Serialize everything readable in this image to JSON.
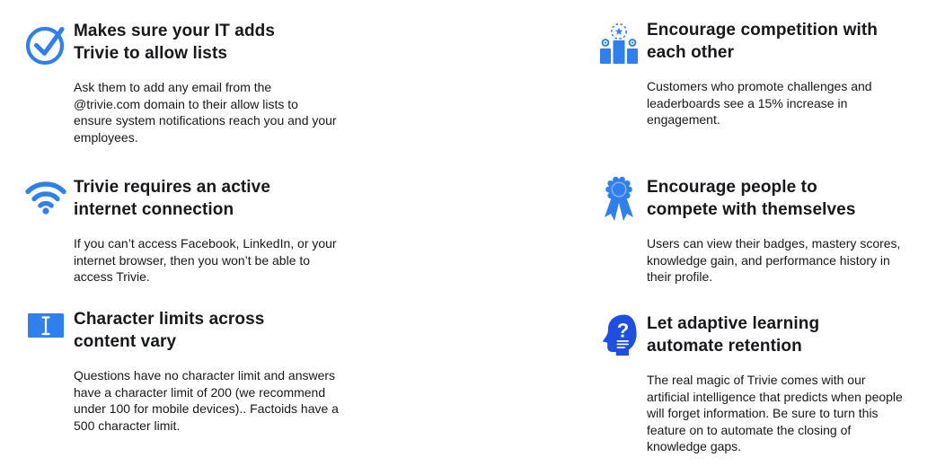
{
  "page": {
    "background": "#ffffff",
    "type": "feature-tips-panel"
  },
  "colors": {
    "accent_blue": "#2F80ED",
    "deep_blue": "#1E4FDE",
    "light_blue_ring": "#7FB0F7",
    "text": "#17181C"
  },
  "columns": [
    {
      "items": [
        {
          "icon": "check-circle-icon",
          "title_lines": [
            "Makes sure your IT adds",
            "Trivie to allow lists"
          ],
          "body": "Ask them to add any email from the @trivie.com domain to their allow lists to ensure system notifications reach you and your employees."
        },
        {
          "icon": "wifi-icon",
          "title_lines": [
            "Trivie requires an active",
            "internet connection"
          ],
          "body": "If you can’t access Facebook, LinkedIn, or your internet browser, then you won’t be able to access Trivie."
        },
        {
          "icon": "text-cursor-icon",
          "title_lines": [
            "Character limits across",
            "content vary"
          ],
          "body": "Questions have no character limit and answers have a character limit of 200 (we recommend under 100 for mobile devices).. Factoids have a 500 character limit."
        }
      ]
    },
    {
      "items": [
        {
          "icon": "podium-leaderboard-icon",
          "title_lines": [
            "Encourage competition with",
            "each other"
          ],
          "body": "Customers who promote challenges and leaderboards see a 15% increase in engagement."
        },
        {
          "icon": "award-ribbon-icon",
          "title_lines": [
            "Encourage people to",
            "compete with themselves"
          ],
          "body": "Users can view their badges, mastery scores, knowledge gain, and performance history in their profile."
        },
        {
          "icon": "head-question-icon",
          "title_lines": [
            "Let adaptive learning",
            "automate retention"
          ],
          "body": "The real magic of Trivie comes with our artificial intelligence that predicts when people will forget information. Be sure to turn this feature on to automate the closing of knowledge gaps."
        }
      ]
    }
  ]
}
